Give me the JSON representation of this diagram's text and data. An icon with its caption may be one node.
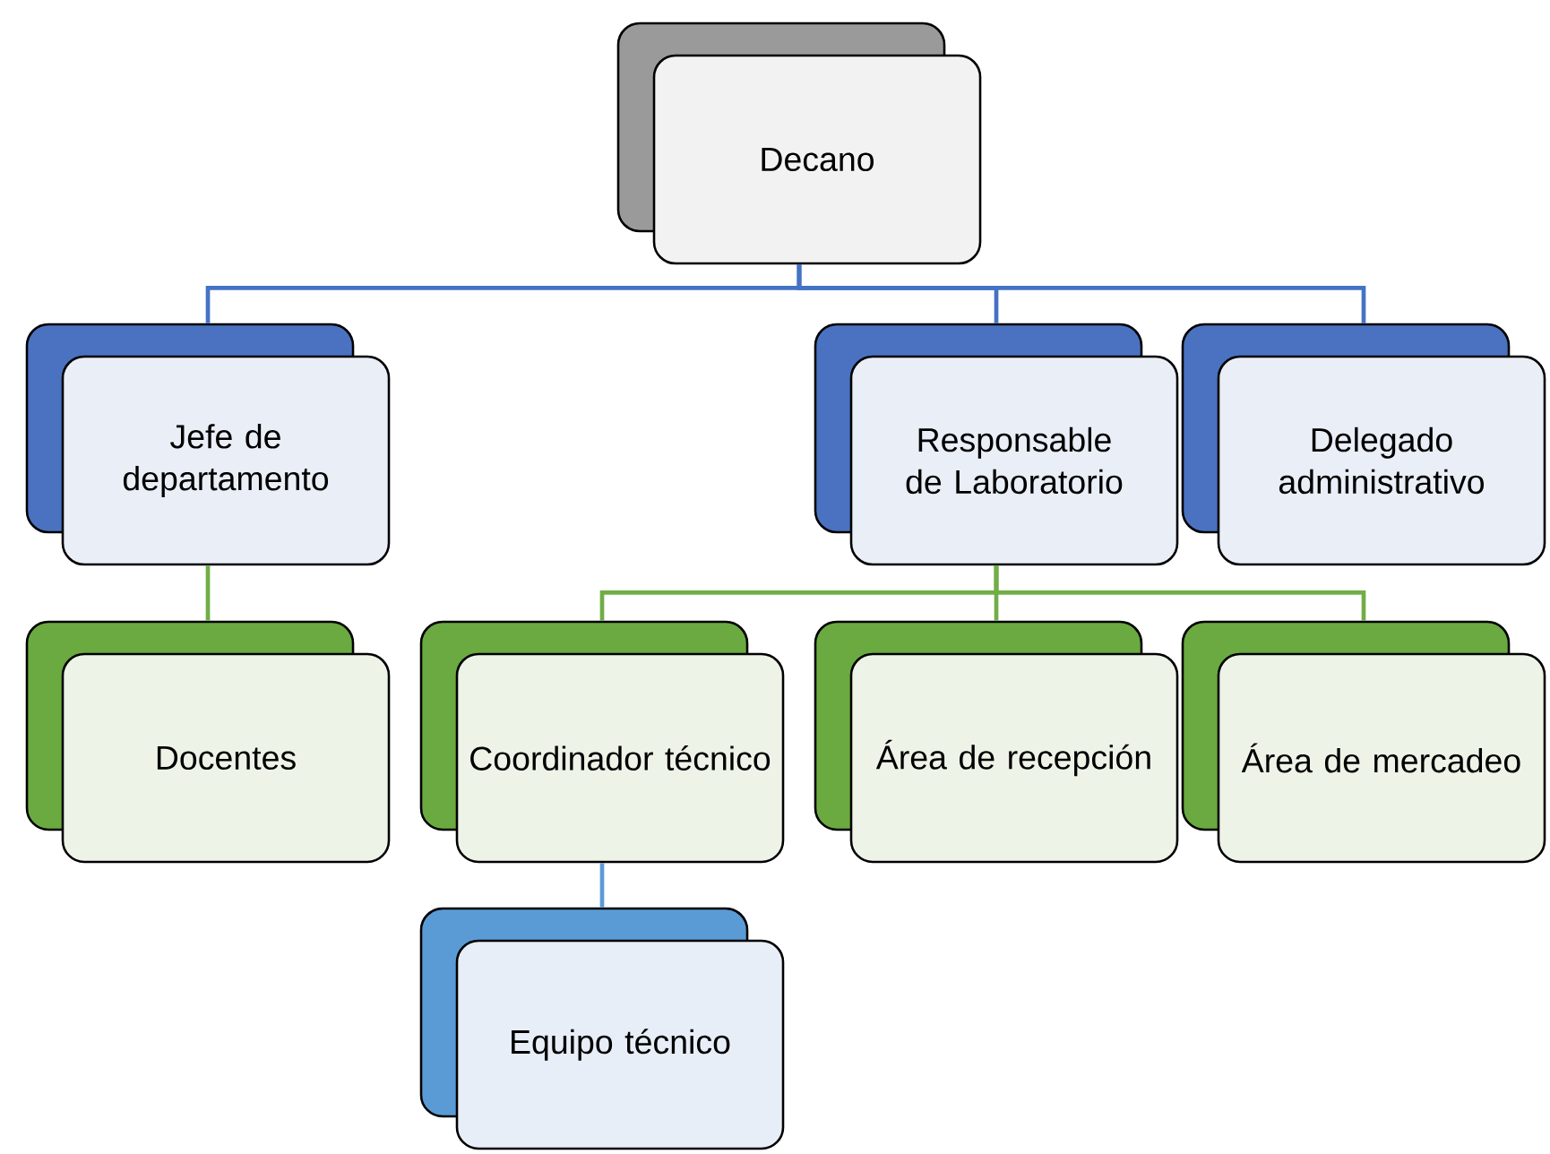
{
  "diagram": {
    "nodes": [
      {
        "text": [
          "Decano"
        ]
      },
      {
        "text": [
          "Jefe de departamento"
        ]
      },
      {
        "text": [
          "Responsable de Laboratorio"
        ]
      },
      {
        "text": [
          "Delegado administrativo"
        ]
      },
      {
        "text": [
          "Docentes"
        ]
      },
      {
        "text": [
          "Coordinador técnico"
        ]
      },
      {
        "text": [
          "Área de recepción"
        ]
      },
      {
        "text": [
          "Área de mercadeo"
        ]
      },
      {
        "text": [
          "Equipo técnico"
        ]
      }
    ],
    "edges": [
      {
        "from": 0,
        "to": 1,
        "arrow": "none",
        "color": "#4472c4"
      },
      {
        "from": 0,
        "to": 2,
        "arrow": "none",
        "color": "#4472c4"
      },
      {
        "from": 0,
        "to": 3,
        "arrow": "none",
        "color": "#4472c4"
      },
      {
        "from": 1,
        "to": 4,
        "arrow": "none",
        "color": "#70ad47"
      },
      {
        "from": 2,
        "to": 5,
        "arrow": "none",
        "color": "#70ad47"
      },
      {
        "from": 2,
        "to": 6,
        "arrow": "none",
        "color": "#70ad47"
      },
      {
        "from": 2,
        "to": 7,
        "arrow": "none",
        "color": "#70ad47"
      },
      {
        "from": 5,
        "to": 8,
        "arrow": "none",
        "color": "#5b9bd5"
      }
    ]
  }
}
